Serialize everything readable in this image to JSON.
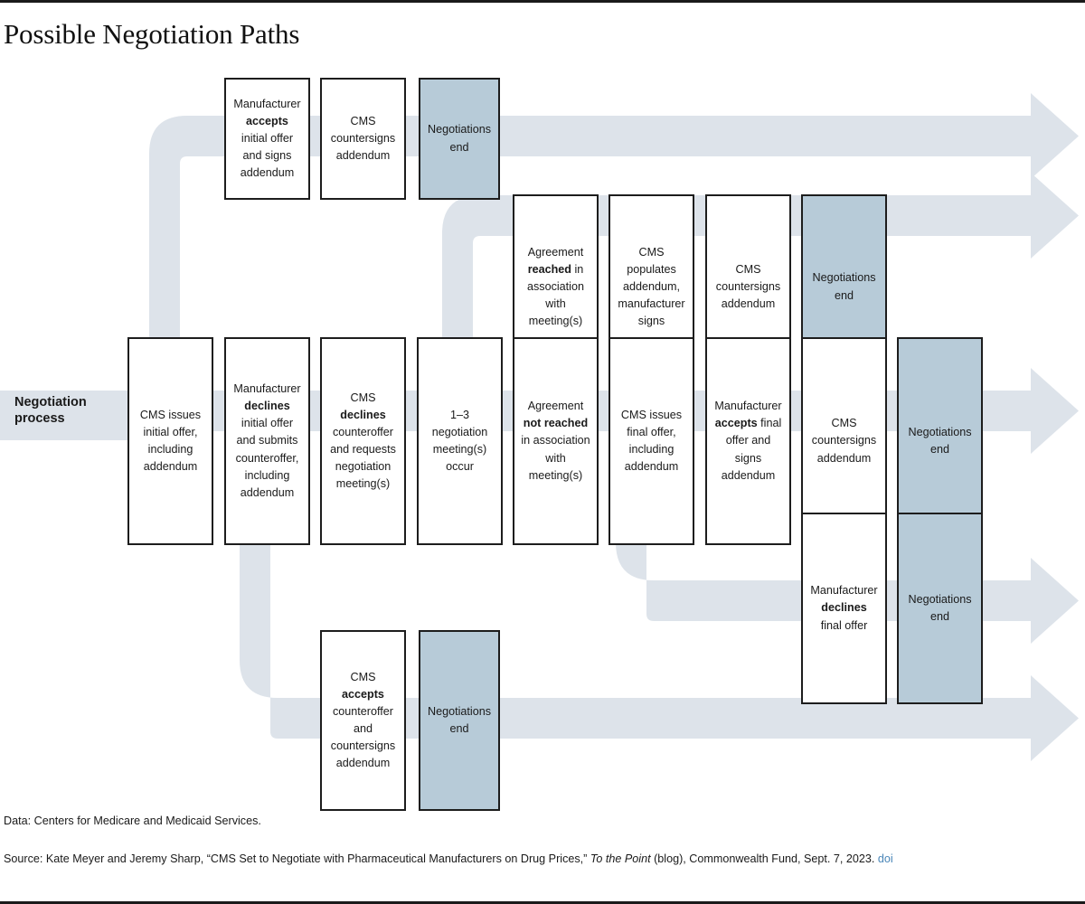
{
  "title": "Possible Negotiation Paths",
  "process_label": "Negotiation process",
  "colors": {
    "ribbon": "#dde3ea",
    "end_box": "#b7cbd8",
    "box_border": "#1d1d1d",
    "text": "#1a1a1a",
    "link": "#4a86b8"
  },
  "nodes": {
    "r1_c2": {
      "lines": [
        "Manufacturer",
        "accepts",
        "initial offer",
        "and signs",
        "addendum"
      ],
      "bold": [
        "accepts"
      ]
    },
    "r1_c3": {
      "lines": [
        "CMS",
        "countersigns",
        "addendum"
      ],
      "bold": []
    },
    "r1_c4": {
      "lines": [
        "Negotiations",
        "end"
      ],
      "bold": [],
      "end": true
    },
    "r2_c5": {
      "lines": [
        "Agreement",
        "reached in",
        "association",
        "with",
        "meeting(s)"
      ],
      "bold": [
        "reached"
      ]
    },
    "r2_c6": {
      "lines": [
        "CMS",
        "populates",
        "addendum,",
        "manufacturer",
        "signs"
      ],
      "bold": []
    },
    "r2_c7": {
      "lines": [
        "CMS",
        "countersigns",
        "addendum"
      ],
      "bold": []
    },
    "r2_c8": {
      "lines": [
        "Negotiations",
        "end"
      ],
      "bold": [],
      "end": true
    },
    "r3_c1": {
      "lines": [
        "CMS issues",
        "initial offer,",
        "including",
        "addendum"
      ],
      "bold": []
    },
    "r3_c2": {
      "lines": [
        "Manufacturer",
        "declines",
        "initial offer",
        "and submits",
        "counteroffer,",
        "including",
        "addendum"
      ],
      "bold": [
        "declines"
      ]
    },
    "r3_c3": {
      "lines": [
        "CMS",
        "declines",
        "counteroffer",
        "and requests",
        "negotiation",
        "meeting(s)"
      ],
      "bold": [
        "declines"
      ]
    },
    "r3_c4": {
      "lines": [
        "1–3",
        "negotiation",
        "meeting(s)",
        "occur"
      ],
      "bold": []
    },
    "r3_c5": {
      "lines": [
        "Agreement",
        "not reached",
        "in association",
        "with",
        "meeting(s)"
      ],
      "bold": [
        "not reached"
      ]
    },
    "r3_c6": {
      "lines": [
        "CMS issues",
        "final offer,",
        "including",
        "addendum"
      ],
      "bold": []
    },
    "r3_c7": {
      "lines": [
        "Manufacturer",
        "accepts final",
        "offer and",
        "signs",
        "addendum"
      ],
      "bold": [
        "accepts"
      ]
    },
    "r3_c8": {
      "lines": [
        "CMS",
        "countersigns",
        "addendum"
      ],
      "bold": []
    },
    "r3_c9": {
      "lines": [
        "Negotiations",
        "end"
      ],
      "bold": [],
      "end": true
    },
    "r4_c7": {
      "lines": [
        "Manufacturer",
        "declines",
        "final offer"
      ],
      "bold": [
        "declines"
      ]
    },
    "r4_c8": {
      "lines": [
        "Negotiations",
        "end"
      ],
      "bold": [],
      "end": true
    },
    "r5_c3": {
      "lines": [
        "CMS",
        "accepts",
        "counteroffer",
        "and",
        "countersigns",
        "addendum"
      ],
      "bold": [
        "accepts"
      ]
    },
    "r5_c4": {
      "lines": [
        "Negotiations",
        "end"
      ],
      "bold": [],
      "end": true
    }
  },
  "node_html": {
    "r1_c2": "Manufacturer<br><b>accepts</b><br>initial offer<br>and signs<br>addendum",
    "r1_c3": "CMS<br>countersigns<br>addendum",
    "r1_c4": "Negotiations<br>end",
    "r2_c5": "Agreement<br><b>reached</b> in<br>association<br>with<br>meeting(s)",
    "r2_c6": "CMS<br>populates<br>addendum,<br>manufacturer<br>signs",
    "r2_c7": "CMS<br>countersigns<br>addendum",
    "r2_c8": "Negotiations<br>end",
    "r3_c1": "CMS issues<br>initial offer,<br>including<br>addendum",
    "r3_c2": "Manufacturer<br><b>declines</b><br>initial offer<br>and submits<br>counteroffer,<br>including<br>addendum",
    "r3_c3": "CMS<br><b>declines</b><br>counteroffer<br>and requests<br>negotiation<br>meeting(s)",
    "r3_c4": "1–3<br>negotiation<br>meeting(s)<br>occur",
    "r3_c5": "Agreement<br><b>not reached</b><br>in association<br>with<br>meeting(s)",
    "r3_c6": "CMS issues<br>final offer,<br>including<br>addendum",
    "r3_c7": "Manufacturer<br><b>accepts</b> final<br>offer and<br>signs<br>addendum",
    "r3_c8": "CMS<br>countersigns<br>addendum",
    "r3_c9": "Negotiations<br>end",
    "r4_c7": "Manufacturer<br><b>declines</b><br>final offer",
    "r4_c8": "Negotiations<br>end",
    "r5_c3": "CMS<br><b>accepts</b><br>counteroffer<br>and<br>countersigns<br>addendum",
    "r5_c4": "Negotiations<br>end"
  },
  "footer": {
    "data_line": "Data: Centers for Medicare and Medicaid Services.",
    "source_prefix": "Source: Kate Meyer and Jeremy Sharp, “CMS Set to Negotiate with Pharmaceutical Manufacturers on Drug Prices,” ",
    "source_italic": "To the Point",
    "source_suffix": " (blog), Commonwealth Fund, Sept. 7, 2023. ",
    "doi_label": "doi"
  }
}
